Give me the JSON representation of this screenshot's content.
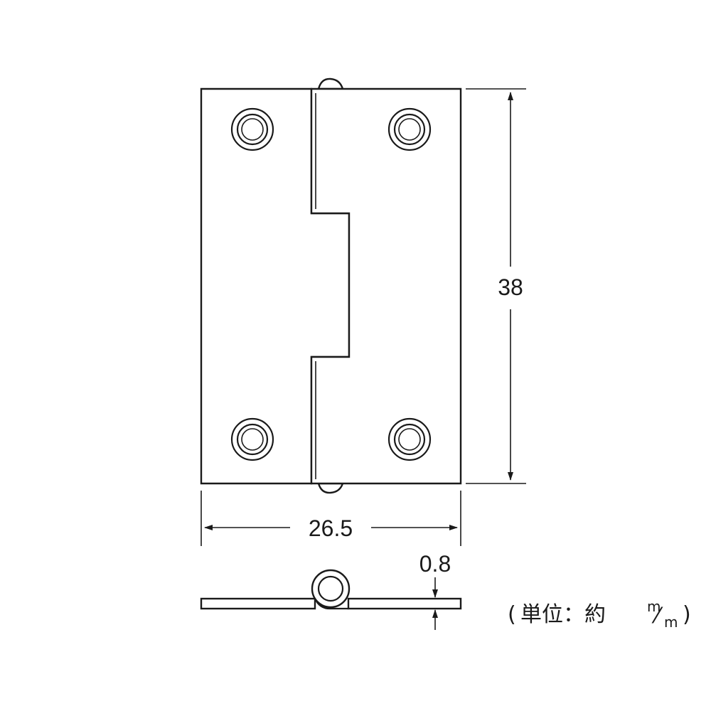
{
  "dimensions": {
    "height": "38",
    "width": "26.5",
    "thickness": "0.8"
  },
  "unit_note": {
    "open_paren": "(",
    "label": "単位：約",
    "unit_numerator": "m",
    "unit_slash": "⁄",
    "unit_denominator": "m",
    "close_paren": ")"
  }
}
